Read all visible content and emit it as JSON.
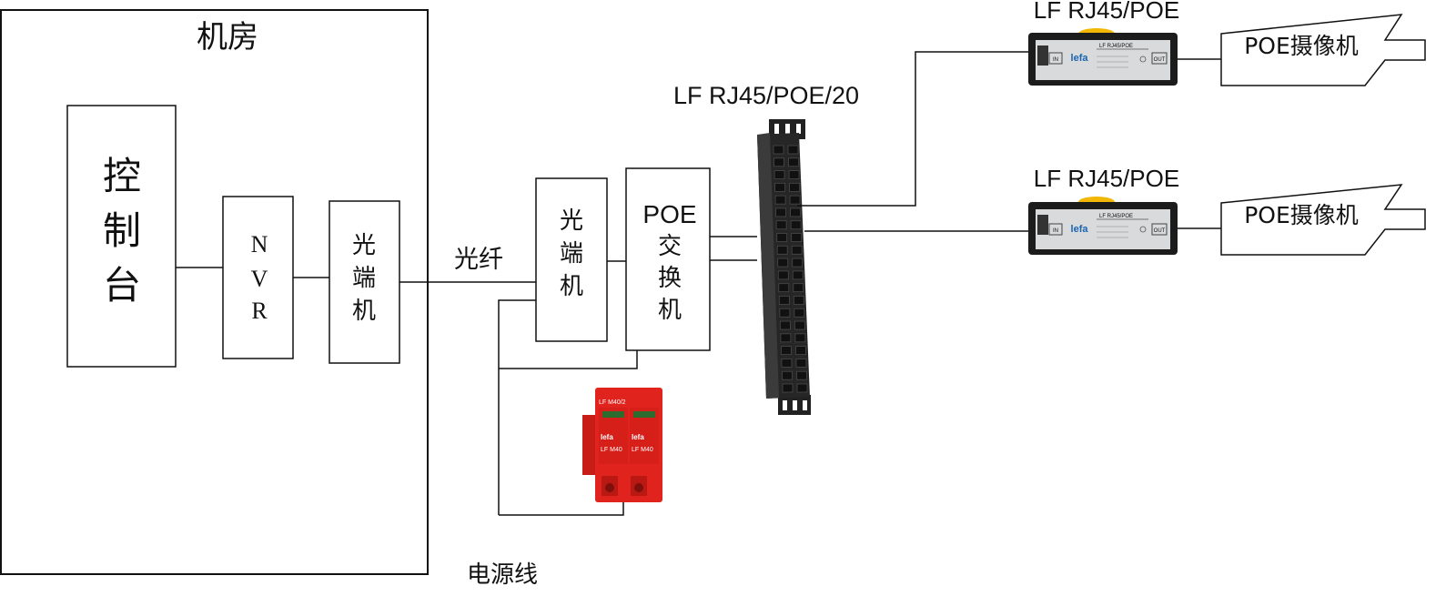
{
  "room": {
    "label": "机房"
  },
  "console": {
    "label_1": "控",
    "label_2": "制",
    "label_3": "台"
  },
  "nvr": {
    "label_1": "N",
    "label_2": "V",
    "label_3": "R"
  },
  "optical_left": {
    "label_1": "光",
    "label_2": "端",
    "label_3": "机"
  },
  "optical_right": {
    "label_1": "光",
    "label_2": "端",
    "label_3": "机"
  },
  "poe_switch": {
    "label_1": "POE",
    "label_2": "交",
    "label_3": "换",
    "label_4": "机"
  },
  "fiber": {
    "label": "光纤"
  },
  "power_line": {
    "label": "电源线"
  },
  "patch_panel": {
    "label": "LF RJ45/POE/20"
  },
  "protector_top": {
    "label": "LF RJ45/POE",
    "brand": "lefa",
    "port_in": "IN",
    "port_out": "OUT",
    "model_small": "LF RJ45/POE"
  },
  "protector_bottom": {
    "label": "LF RJ45/POE",
    "brand": "lefa",
    "port_in": "IN",
    "port_out": "OUT",
    "model_small": "LF RJ45/POE"
  },
  "camera_top": {
    "label": "POE摄像机"
  },
  "camera_bottom": {
    "label": "POE摄像机"
  },
  "power_spd": {
    "model": "LF M40/2",
    "brand_1": "lefa",
    "brand_2": "lefa",
    "module_1": "LF M40",
    "module_2": "LF M40"
  },
  "colors": {
    "spd_red": "#e0231c",
    "panel_dark": "#2a2a2a",
    "protector_body": "#d8dadb"
  }
}
